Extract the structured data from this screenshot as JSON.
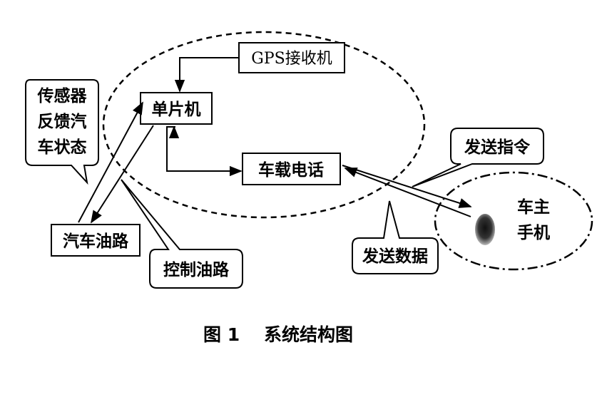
{
  "nodes": {
    "gps": "GPS接收机",
    "mcu": "单片机",
    "phone": "车载电话",
    "fuel": "汽车油路"
  },
  "callouts": {
    "sensor": [
      "传感器",
      "反馈汽",
      "车状态"
    ],
    "control": "控制油路",
    "send_cmd": "发送指令",
    "send_data": "发送数据"
  },
  "owner": [
    "车主",
    "手机"
  ],
  "caption": {
    "number": "图 1",
    "title": "系统结构图"
  }
}
